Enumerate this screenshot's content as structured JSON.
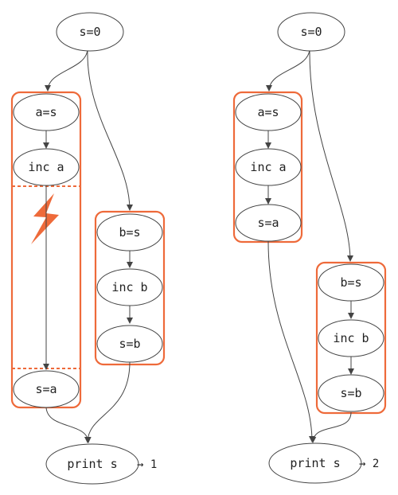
{
  "accent_color": "#EE6A3A",
  "left_diagram": {
    "start_label": "s=0",
    "transaction_a": [
      "a=s",
      "inc a",
      "s=a"
    ],
    "transaction_b": [
      "b=s",
      "inc b",
      "s=b"
    ],
    "end_label": "print s",
    "result": "→ 1",
    "interruption_icon": "lightning-bolt-icon"
  },
  "right_diagram": {
    "start_label": "s=0",
    "transaction_a": [
      "a=s",
      "inc a",
      "s=a"
    ],
    "transaction_b": [
      "b=s",
      "inc b",
      "s=b"
    ],
    "end_label": "print s",
    "result": "→ 2"
  }
}
